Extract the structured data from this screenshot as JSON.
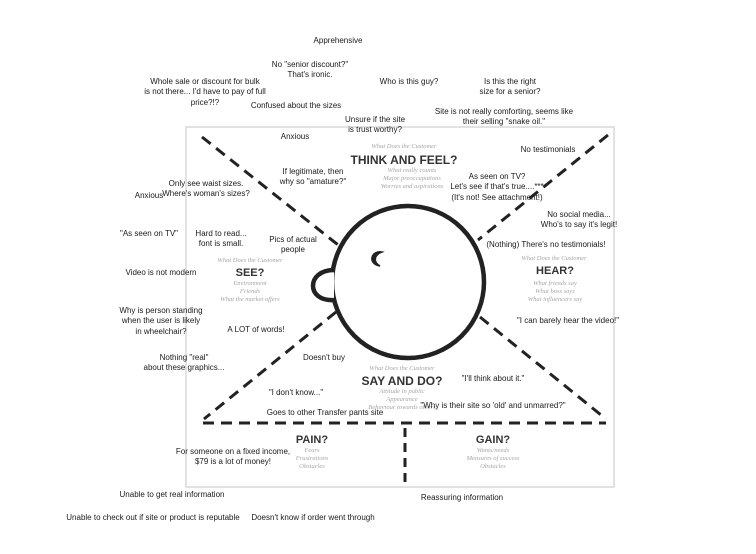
{
  "map": {
    "think_feel": {
      "label": "What Does the Customer",
      "title": "THINK AND FEEL?",
      "items": "What really counts\nMajor preoccupations\nWorries and aspirations"
    },
    "hear": {
      "label": "What Does the Customer",
      "title": "HEAR?",
      "items": "What friends say\nWhat boss says\nWhat influencers say"
    },
    "see": {
      "label": "What Does the Customer",
      "title": "SEE?",
      "items": "Environment\nFriends\nWhat the market offers"
    },
    "say_do": {
      "label": "What Does the Customer",
      "title": "SAY AND DO?",
      "items": "Attitude in public\nAppearance\nBehaviour towards others"
    },
    "pain": {
      "title": "PAIN?",
      "items": "Fears\nFrustrations\nObstacles"
    },
    "gain": {
      "title": "GAIN?",
      "items": "Wants/needs\nMeasures of success\nObstacles"
    }
  },
  "notes": {
    "apprehensive": "Apprehensive",
    "senior_discount": "No \"senior discount?\"\nThat's ironic.",
    "wholesale": "Whole sale or discount for bulk\nis not there... I'd have to pay of full\nprice?!?",
    "who_is_this": "Who is this guy?",
    "right_size": "Is this the right\nsize for a senior?",
    "confused_sizes": "Confused about the sizes",
    "not_comforting": "Site is not really comforting, seems like\ntheir selling \"snake oil.\"",
    "unsure_trust": "Unsure if the site\nis trust worthy?",
    "anxious_top": "Anxious",
    "no_testimonials": "No testimonials",
    "legitimate": "If legitimate, then\nwhy so \"amature?\"",
    "seen_on_tv_q": "As seen on TV?\nLet's see if that's true....***\n(It's not!  See attachment!)",
    "waist_sizes": "Only see waist sizes.\nWhere's woman's sizes?",
    "anxious_left": "Anxious",
    "no_social": "No social media...\nWho's to say it's legit!",
    "as_seen_on_tv": "\"As seen on TV\"",
    "hard_to_read": "Hard to read...\nfont is small.",
    "pics_actual": "Pics of actual\npeople",
    "nothing_testimonials": "(Nothing) There's no testimonials!",
    "video_not_modern": "Video is not modern",
    "wheelchair": "Why is person standing\nwhen the user is likely\nin wheelchair?",
    "lot_of_words": "A LOT of words!",
    "cant_hear_video": "\"I can barely hear the video!\"",
    "nothing_real": "Nothing \"real\"\nabout these graphics...",
    "doesnt_buy": "Doesn't buy",
    "think_about_it": "\"I'll think about it.\"",
    "i_dont_know": "\"I don't know...\"",
    "other_site": "Goes to other Transfer pants site",
    "old_unmarred": "\"Why is their site so 'old' and unmarred?\"",
    "fixed_income": "For someone on a fixed income,\n$79 is a lot of money!",
    "no_real_info": "Unable to get real information",
    "reassuring": "Reassuring information",
    "cant_check_out": "Unable to check out if site or product is reputable",
    "order_went_through": "Doesn't know if order went through"
  }
}
